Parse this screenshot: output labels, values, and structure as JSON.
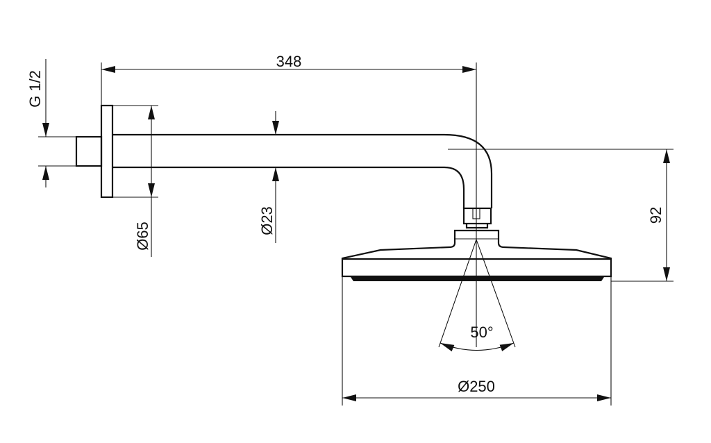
{
  "drawing": {
    "dimensions": {
      "arm_length": "348",
      "thread": "G 1/2",
      "flange_diameter": "Ø65",
      "arm_diameter": "Ø23",
      "height": "92",
      "head_diameter": "Ø250",
      "spray_angle": "50°"
    },
    "line_color": "#111111",
    "background": "#ffffff"
  }
}
